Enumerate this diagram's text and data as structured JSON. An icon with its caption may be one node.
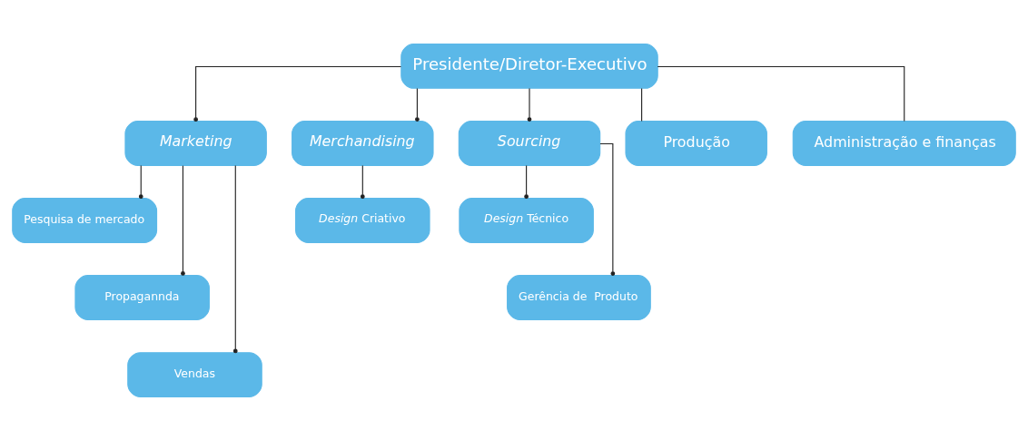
{
  "diagram": {
    "nodes": [
      {
        "text": [
          "Presidente/Diretor-Executivo"
        ]
      },
      {
        "text": [
          "Marketing"
        ]
      },
      {
        "text": [
          "Merchandising"
        ]
      },
      {
        "text": [
          "Sourcing"
        ]
      },
      {
        "text": [
          "Produção"
        ]
      },
      {
        "text": [
          "Administração e finanças"
        ]
      },
      {
        "text": [
          "Pesquisa de mercado"
        ]
      },
      {
        "text": [
          "Propagannda"
        ]
      },
      {
        "text": [
          "Vendas"
        ]
      },
      {
        "text": [
          "*Design* Criativo"
        ]
      },
      {
        "text": [
          "*Design* Técnico"
        ]
      },
      {
        "text": [
          "Gerência de  Produto"
        ]
      }
    ],
    "edges": [
      {
        "from": 0,
        "to": 1,
        "arrow": "other"
      },
      {
        "from": 0,
        "to": 2,
        "arrow": "other"
      },
      {
        "from": 0,
        "to": 3,
        "arrow": "other"
      },
      {
        "from": 0,
        "to": 4,
        "arrow": "none"
      },
      {
        "from": 0,
        "to": 5,
        "arrow": "none"
      },
      {
        "from": 1,
        "to": 6,
        "arrow": "other"
      },
      {
        "from": 1,
        "to": 7,
        "arrow": "other"
      },
      {
        "from": 1,
        "to": 8,
        "arrow": "other"
      },
      {
        "from": 2,
        "to": 9,
        "arrow": "other"
      },
      {
        "from": 3,
        "to": 10,
        "arrow": "other"
      },
      {
        "from": 3,
        "to": 11,
        "arrow": "other"
      }
    ]
  }
}
